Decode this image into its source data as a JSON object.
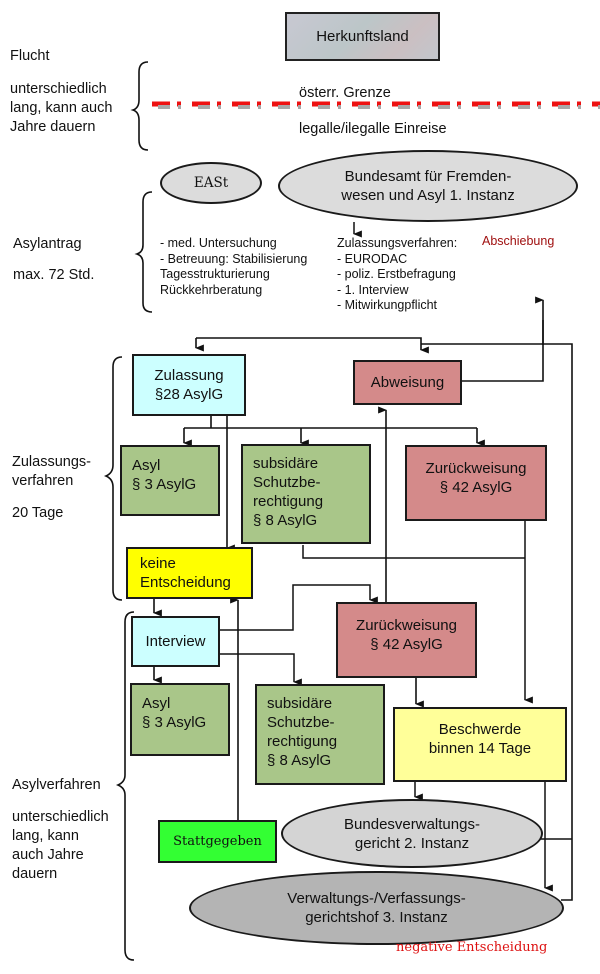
{
  "colors": {
    "herkunft": "#c4c4cc",
    "cyan": "#ccffff",
    "green": "#a9c689",
    "red": "#d48a8a",
    "yellow": "#ffff00",
    "paleyellow": "#ffff99",
    "brightgreen": "#33ff33",
    "ellipse_light": "#d8d8d8",
    "ellipse_dark": "#b4b4b4",
    "darkred_text": "#a01010",
    "red_text": "#dd1010"
  },
  "phases": {
    "flucht": {
      "title": "Flucht",
      "desc": [
        "unterschiedlich",
        "lang, kann auch",
        "Jahre dauern"
      ]
    },
    "asylantrag": {
      "title": "Asylantrag",
      "desc": "max. 72 Std."
    },
    "zulassung": {
      "title": [
        "Zulassungs-",
        "verfahren"
      ],
      "desc": "20 Tage"
    },
    "asylverfahren": {
      "title": "Asylverfahren",
      "desc": [
        "unterschiedlich",
        "lang, kann",
        "auch Jahre",
        "dauern"
      ]
    }
  },
  "nodes": {
    "herkunftsland": "Herkunftsland",
    "grenze_top": "österr. Grenze",
    "grenze_bottom": "legalle/ilegalle Einreise",
    "east": "EASt",
    "bfa": [
      "Bundesamt für Fremden-",
      "wesen und Asyl 1. Instanz"
    ],
    "east_tasks": [
      "- med. Untersuchung",
      "- Betreuung: Stabilisierung",
      "Tagesstrukturierung",
      "Rückkehrberatung"
    ],
    "zulassungsverfahren": [
      "Zulassungsverfahren:",
      "- EURODAC",
      "- poliz. Erstbefragung",
      "- 1. Interview",
      "- Mitwirkungpflicht"
    ],
    "abschiebung": "Abschiebung",
    "zulassung": [
      "Zulassung",
      "§28 AsylG"
    ],
    "abweisung": "Abweisung",
    "asyl1": [
      "Asyl",
      "§ 3 AsylG"
    ],
    "subsidiaer1": [
      "subsidäre",
      "Schutzbe-",
      "rechtigung",
      "§ 8 AsylG"
    ],
    "zurueckweisung1": [
      "Zurückweisung",
      "§ 42 AsylG"
    ],
    "keine_entscheidung": [
      "keine",
      "Entscheidung"
    ],
    "interview": "Interview",
    "zurueckweisung2": [
      "Zurückweisung",
      "§ 42 AsylG"
    ],
    "asyl2": [
      "Asyl",
      "§ 3 AsylG"
    ],
    "subsidiaer2": [
      "subsidäre",
      "Schutzbe-",
      "rechtigung",
      "§ 8 AsylG"
    ],
    "beschwerde": [
      "Beschwerde",
      "binnen 14 Tage"
    ],
    "stattgegeben": "Stattgegeben",
    "bvwg": [
      "Bundesverwaltungs-",
      "gericht 2. Instanz"
    ],
    "vwgh": [
      "Verwaltungs-/Verfassungs-",
      "gerichtshof 3. Instanz"
    ],
    "negative": "negative Entscheidung"
  }
}
